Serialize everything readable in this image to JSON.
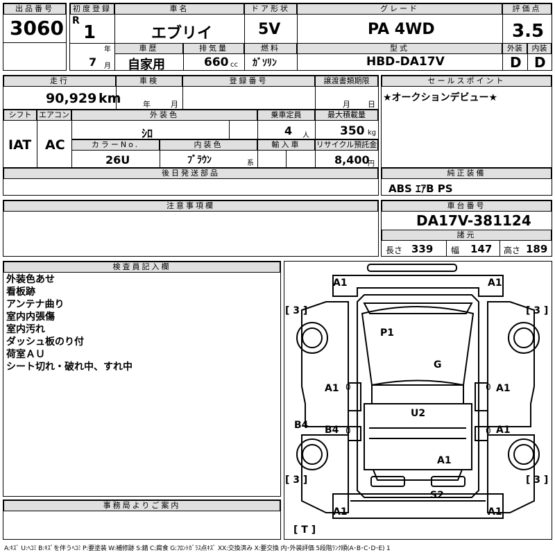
{
  "header": {
    "lot_label": "出品番号",
    "lot_number": "3060",
    "first_reg_label": "初度登録",
    "era": "R",
    "reg_year": "1",
    "year_unit": "年",
    "reg_month": "7",
    "month_unit": "月",
    "car_name_label": "車名",
    "car_name": "エブリイ",
    "door_label": "ドア形状",
    "doors": "5V",
    "grade_label": "グレード",
    "grade": "PA 4WD",
    "score_label": "評価点",
    "score": "3.5",
    "history_label": "車歴",
    "history": "自家用",
    "displacement_label": "排気量",
    "displacement": "660",
    "displacement_unit": "cc",
    "fuel_label": "燃料",
    "fuel": "ｶﾞｿﾘﾝ",
    "model_label": "型式",
    "model": "HBD-DA17V",
    "exterior_label": "外装",
    "exterior_grade": "D",
    "interior_label": "内装",
    "interior_grade": "D"
  },
  "row2": {
    "mileage_label": "走行",
    "mileage": "90,929",
    "mileage_unit": "km",
    "inspection_label": "車検",
    "insp_year_unit": "年",
    "insp_month_unit": "月",
    "regno_label": "登録番号",
    "manual_label": "譲渡書類期限",
    "manual_month_unit": "月",
    "manual_day_unit": "日",
    "shift_label": "シフト",
    "shift": "IAT",
    "ac_label": "エアコン",
    "ac": "AC",
    "ext_color_label": "外装色",
    "ext_color": "ｼﾛ",
    "capacity_label": "乗車定員",
    "capacity": "4",
    "capacity_unit": "人",
    "load_label": "最大積載量",
    "load": "350",
    "load_unit": "kg",
    "color_no_label": "カラーNo.",
    "color_no": "26U",
    "int_color_label": "内装色",
    "int_color": "ﾌﾞﾗｳﾝ",
    "int_color_suffix": "系",
    "import_label": "輸入車",
    "recycle_label": "リサイクル預託金",
    "recycle": "8,400",
    "recycle_unit": "円"
  },
  "sales_point": {
    "label": "セールスポイント",
    "text": "★オークションデビュー★"
  },
  "later_parts": {
    "label": "後日発送部品"
  },
  "genuine": {
    "label": "純正装備",
    "text": "ABS ｴｱB PS"
  },
  "caution": {
    "label": "注意事項欄"
  },
  "chassis": {
    "label": "車台番号",
    "number": "DA17V-381124",
    "dims_label": "諸元",
    "length_label": "長さ",
    "length": "339",
    "width_label": "幅",
    "width": "147",
    "height_label": "高さ",
    "height": "189"
  },
  "inspector": {
    "label": "検査員記入欄",
    "notes": [
      "外装色あせ",
      "看板跡",
      "アンテナ曲り",
      "室内内張傷",
      "室内汚れ",
      "ダッシュ板のり付",
      "荷室ＡＵ",
      "シート切れ・破れ中、すれ中"
    ]
  },
  "office": {
    "label": "事務局よりご案内"
  },
  "diagram": {
    "marks": [
      "A1",
      "A1",
      "[ 3 ]",
      "[ 3 ]",
      "P1",
      "G",
      "A1",
      "A1",
      "U2",
      "B4",
      "B4",
      "A1",
      "A1",
      "[ 3 ]",
      "[ 3 ]",
      "S2",
      "A1",
      "A1",
      "[ T ]"
    ]
  },
  "legend": "A:ｷｽﾞ U:ﾍｺﾐ B:ｷｽﾞを伴うﾍｺﾐ P:要塗装 W:補修跡 S:錆 C:腐食 G:ﾌﾛﾝﾄｶﾞﾗｽ点ｷｽﾞ XX:交換済み X:要交換 内･外装評価 5段階ﾗﾝｸ順(A･B･C･D･E) 1"
}
